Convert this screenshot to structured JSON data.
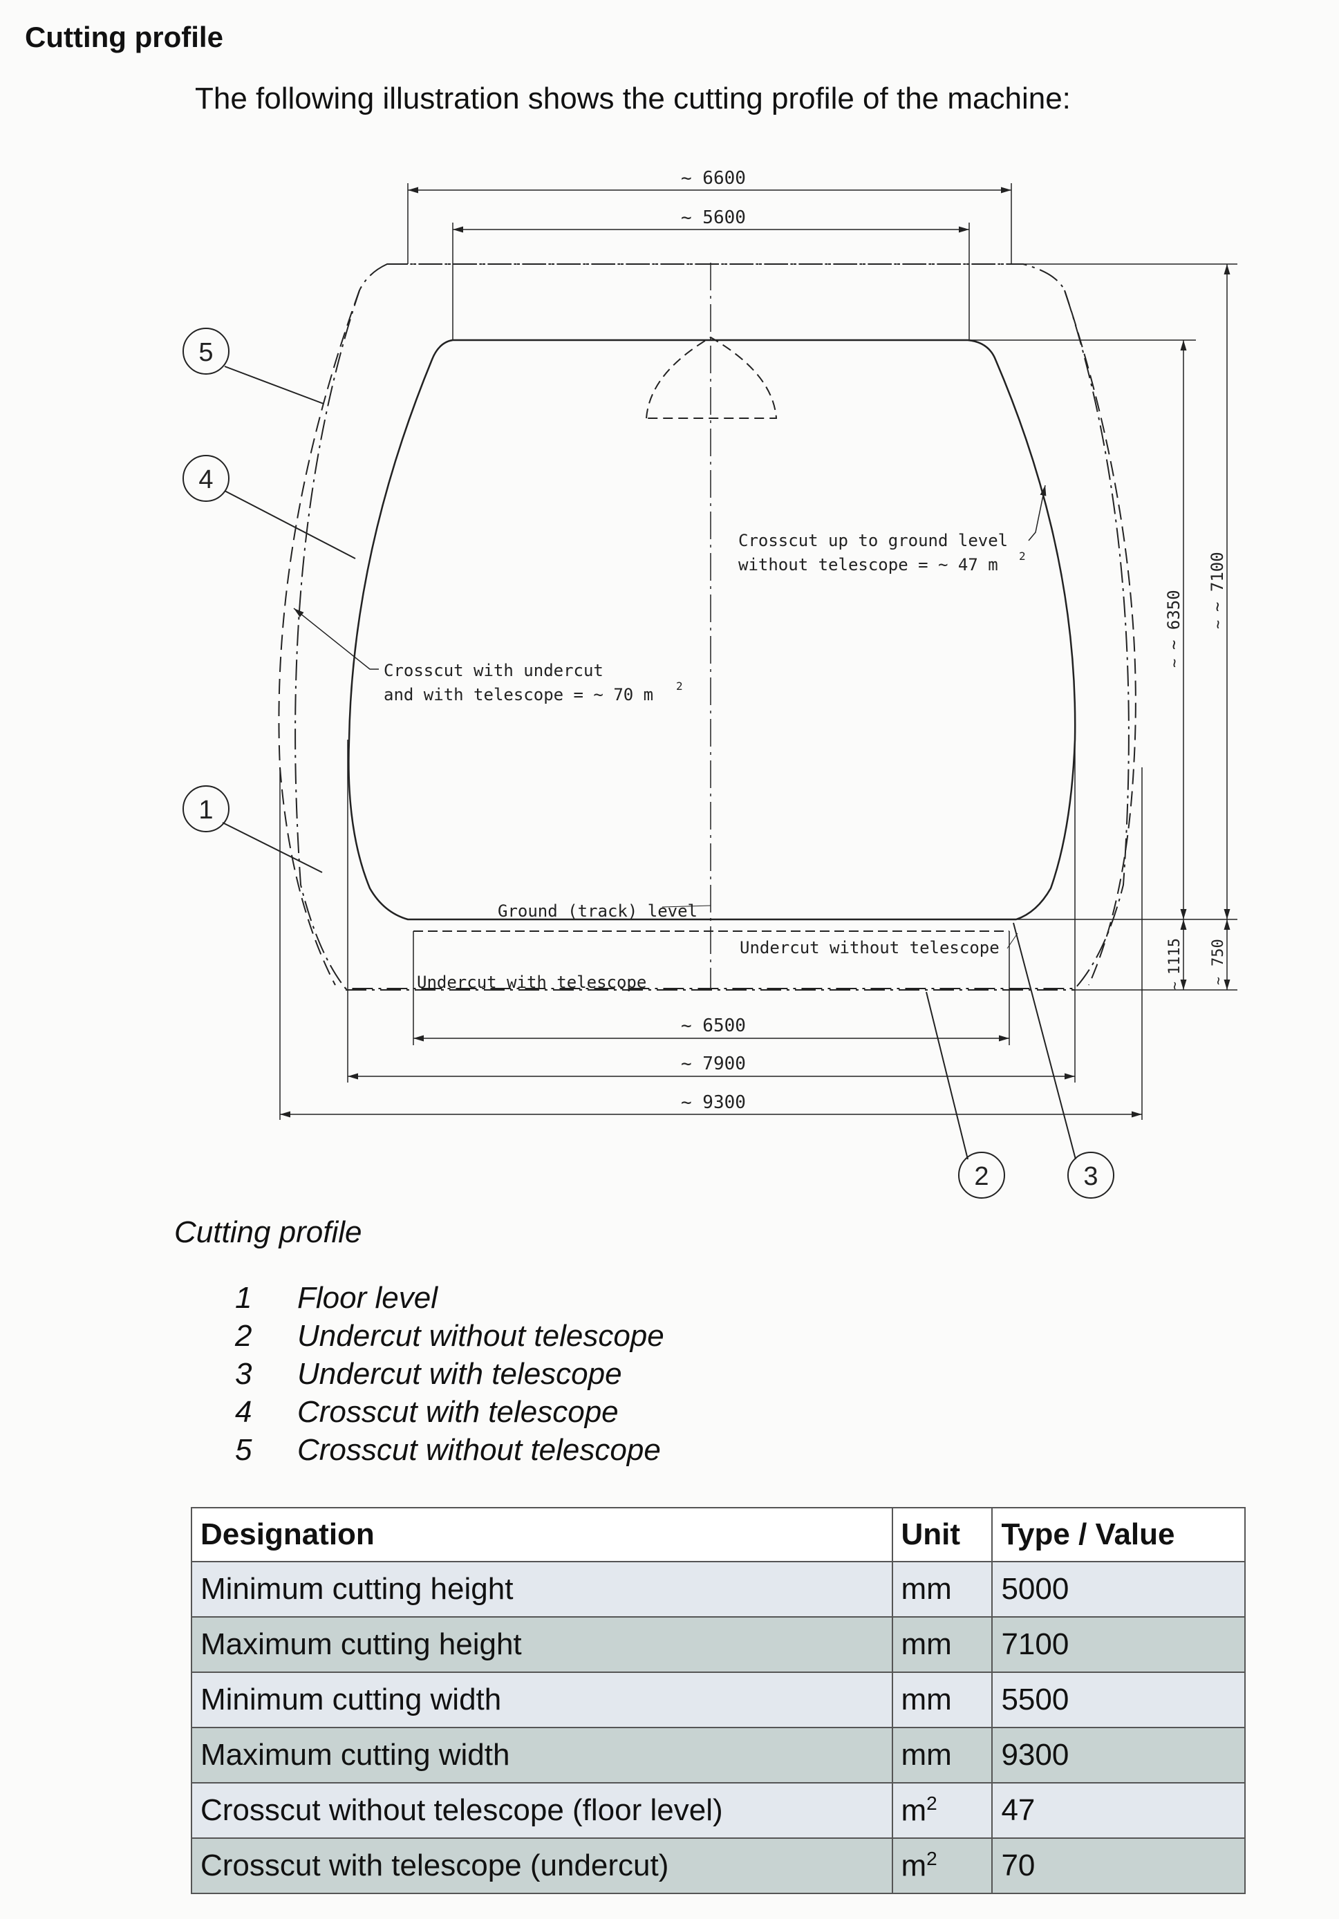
{
  "heading": "Cutting profile",
  "intro": "The following illustration shows the cutting profile of the machine:",
  "drawing": {
    "dim_6600": "~ 6600",
    "dim_5600": "~ 5600",
    "dim_6500": "~ 6500",
    "dim_7900": "~ 7900",
    "dim_9300": "~ 9300",
    "dim_6350": "~ 6350",
    "dim_7100": "~ 7100",
    "dim_1115": "1115",
    "dim_750": "750",
    "dim_tilde": "~",
    "label_crosscut_ground_1": "Crosscut up to ground level",
    "label_crosscut_ground_2": "without telescope = ~ 47 m",
    "label_crosscut_undercut_1": "Crosscut with undercut",
    "label_crosscut_undercut_2": "and with telescope = ~ 70 m",
    "label_sup_2": "2",
    "label_ground_track": "Ground (track) level",
    "label_undercut_without": "Undercut without telescope",
    "label_undercut_with": "Undercut with telescope",
    "callouts": [
      "1",
      "2",
      "3",
      "4",
      "5"
    ]
  },
  "caption": "Cutting profile",
  "legend": [
    {
      "num": "1",
      "text": "Floor level"
    },
    {
      "num": "2",
      "text": "Undercut without telescope"
    },
    {
      "num": "3",
      "text": "Undercut with telescope"
    },
    {
      "num": "4",
      "text": "Crosscut with telescope"
    },
    {
      "num": "5",
      "text": "Crosscut without telescope"
    }
  ],
  "table": {
    "headers": [
      "Designation",
      "Unit",
      "Type / Value"
    ],
    "rows": [
      {
        "designation": "Minimum cutting height",
        "unit": "mm",
        "value": "5000"
      },
      {
        "designation": "Maximum cutting height",
        "unit": "mm",
        "value": "7100"
      },
      {
        "designation": "Minimum cutting width",
        "unit": "mm",
        "value": "5500"
      },
      {
        "designation": "Maximum cutting width",
        "unit": "mm",
        "value": "9300"
      },
      {
        "designation": "Crosscut without telescope (floor level)",
        "unit": "m",
        "unit_sup": "2",
        "value": "47"
      },
      {
        "designation": "Crosscut with telescope (undercut)",
        "unit": "m",
        "unit_sup": "2",
        "value": "70"
      }
    ]
  }
}
